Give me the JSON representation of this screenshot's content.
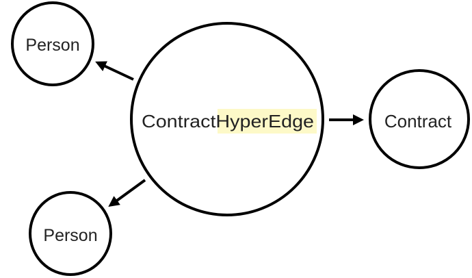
{
  "nodes": {
    "person_top": {
      "label": "Person"
    },
    "hyperedge": {
      "label_part1": "Contract",
      "label_part2": "HyperEdge"
    },
    "contract": {
      "label": "Contract"
    },
    "person_bottom": {
      "label": "Person"
    }
  },
  "colors": {
    "stroke": "#000000",
    "highlight": "#fdf9c8",
    "text": "#222222"
  }
}
